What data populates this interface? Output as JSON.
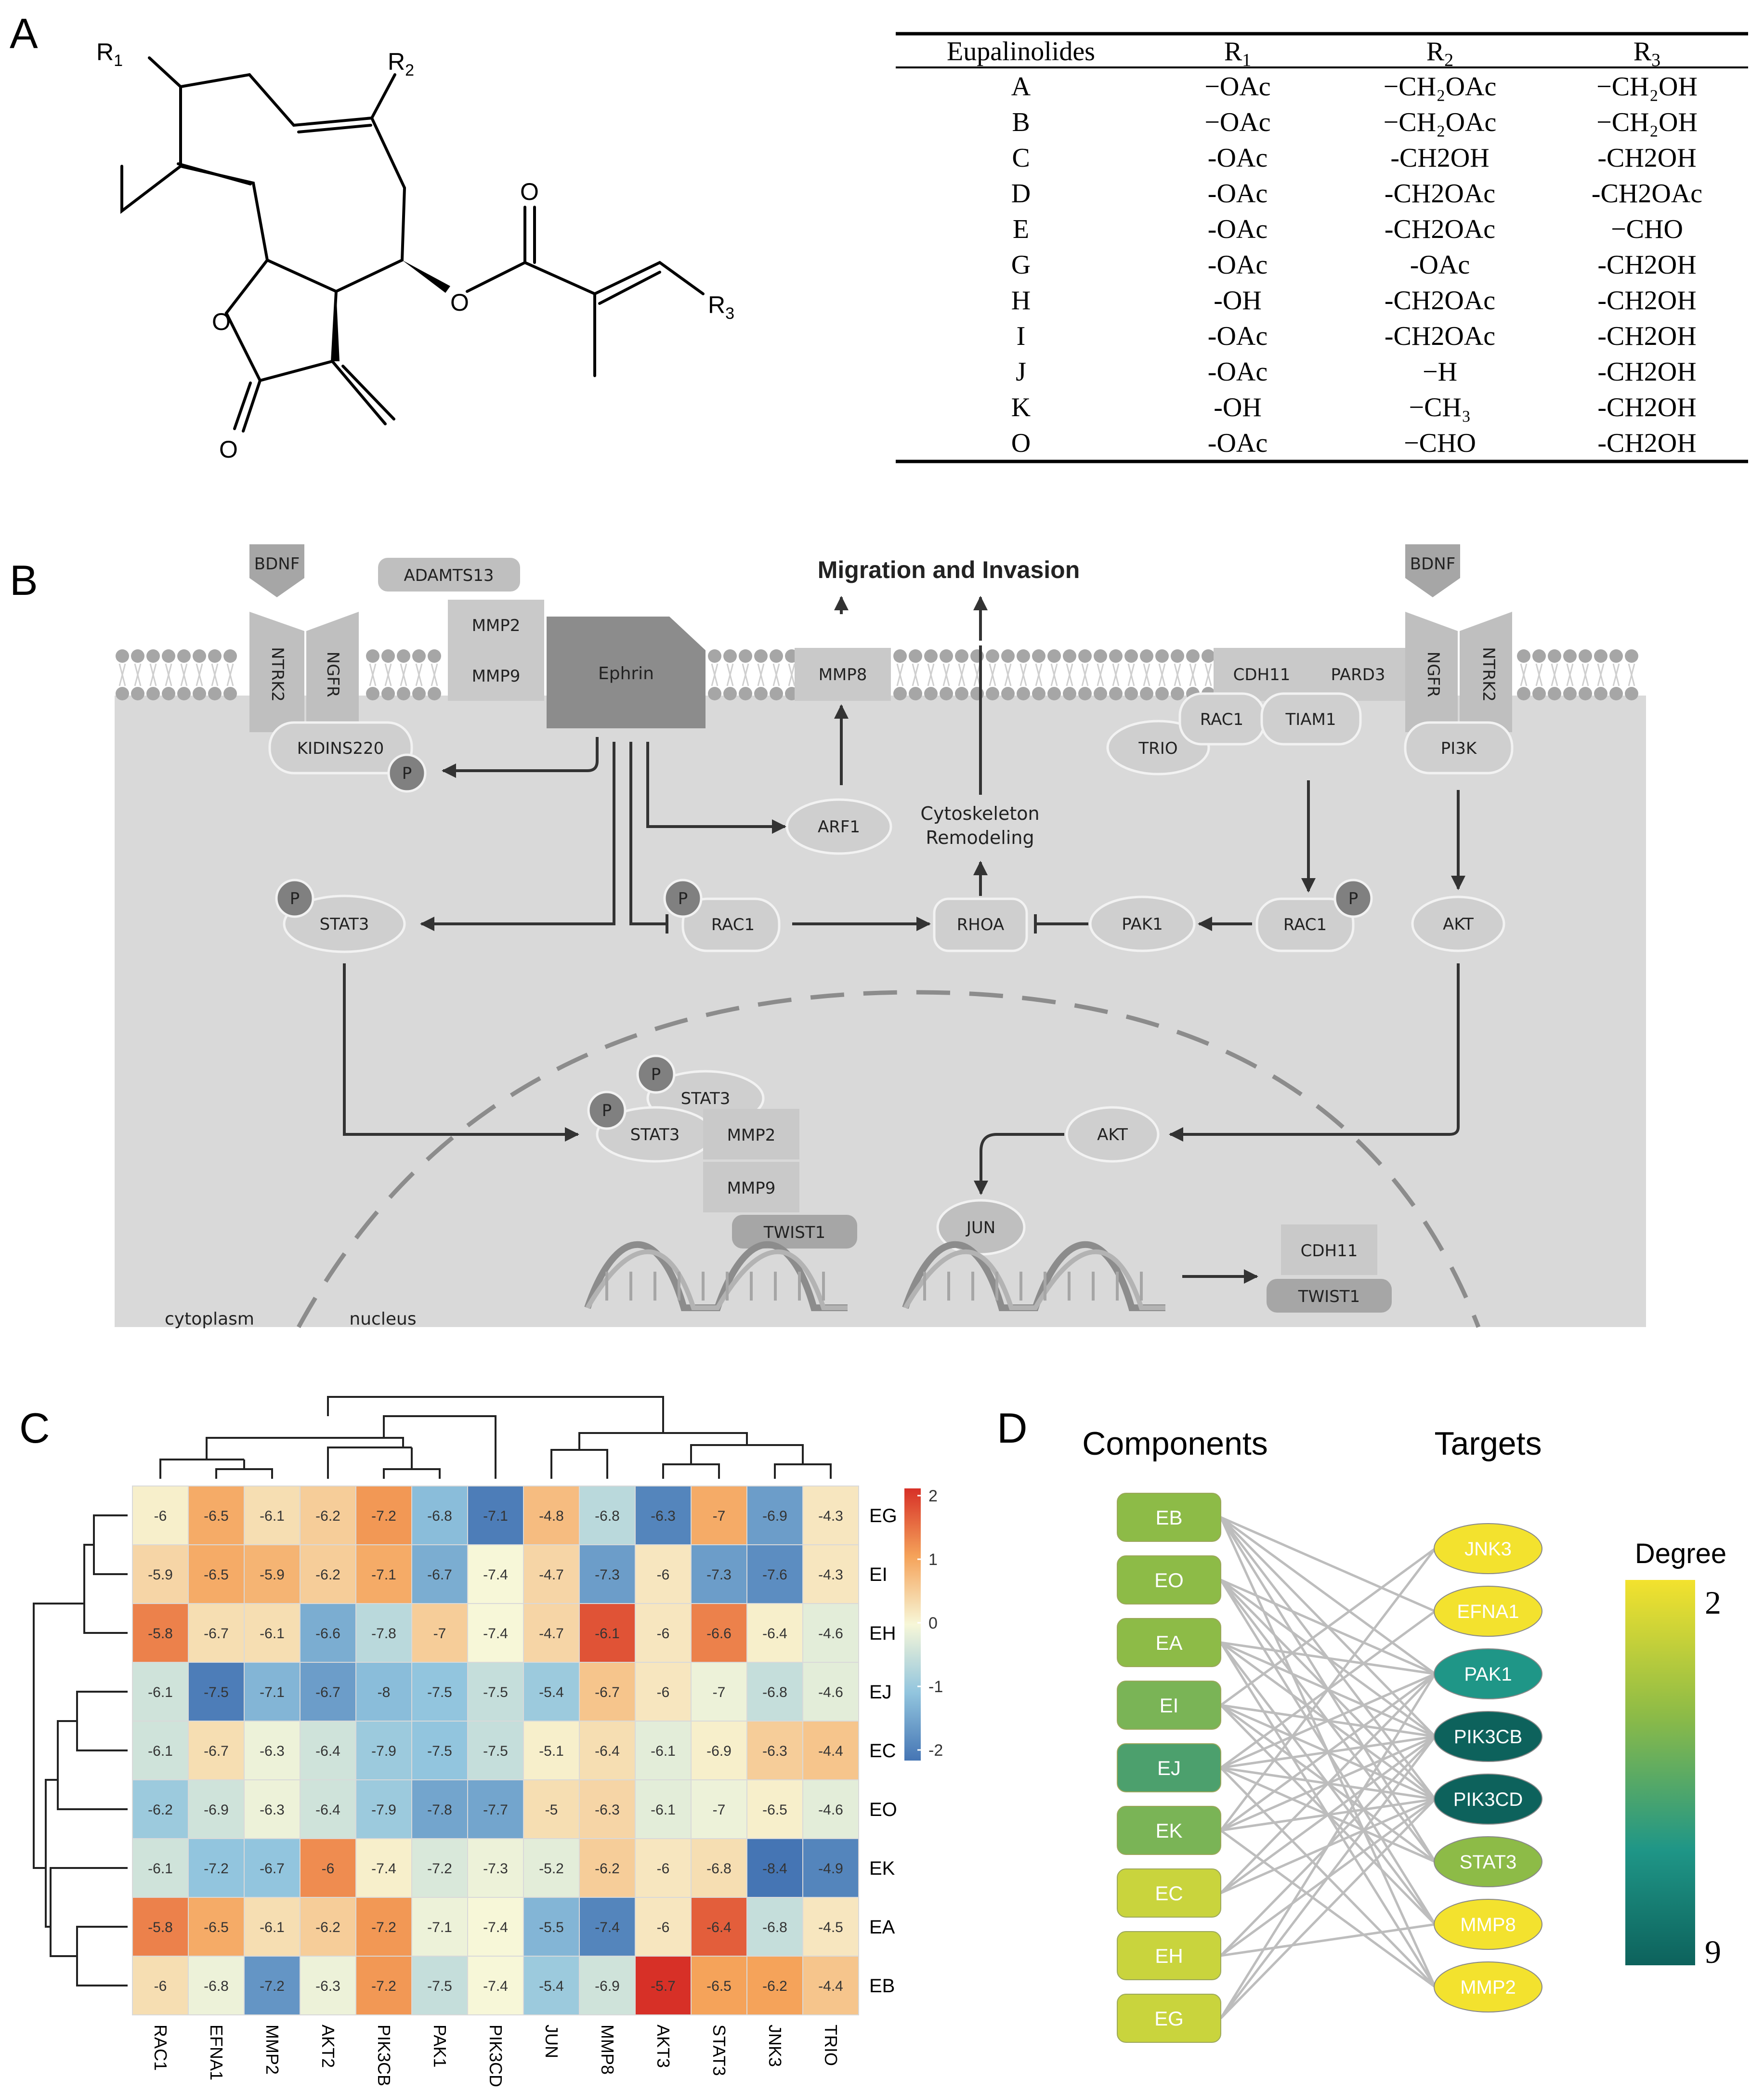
{
  "panels": {
    "a": "A",
    "b": "B",
    "c": "C",
    "d": "D"
  },
  "structure": {
    "r1": "R",
    "r1_sub": "1",
    "r2": "R",
    "r2_sub": "2",
    "r3": "R",
    "r3_sub": "3",
    "o_keto": "O",
    "o_ester": "O",
    "o_ring": "O",
    "o_lactone": "O"
  },
  "subst_table": {
    "headers": [
      {
        "t": "Eupalinolides",
        "sub": ""
      },
      {
        "t": "R",
        "sub": "1"
      },
      {
        "t": "R",
        "sub": "2"
      },
      {
        "t": "R",
        "sub": "3"
      }
    ],
    "rows": [
      [
        "A",
        "−OAc",
        "−CH₂OAc",
        "−CH₂OH"
      ],
      [
        "B",
        "−OAc",
        "−CH₂OAc",
        "−CH₂OH"
      ],
      [
        "C",
        "-OAc",
        "-CH2OH",
        "-CH2OH"
      ],
      [
        "D",
        "-OAc",
        "-CH2OAc",
        "-CH2OAc"
      ],
      [
        "E",
        "-OAc",
        "-CH2OAc",
        "−CHO"
      ],
      [
        "G",
        "-OAc",
        "-OAc",
        "-CH2OH"
      ],
      [
        "H",
        "-OH",
        "-CH2OAc",
        "-CH2OH"
      ],
      [
        "I",
        "-OAc",
        "-CH2OAc",
        "-CH2OH"
      ],
      [
        "J",
        "-OAc",
        "−H",
        "-CH2OH"
      ],
      [
        "K",
        "-OH",
        "−CH₃",
        "-CH2OH"
      ],
      [
        "O",
        "-OAc",
        "−CHO",
        "-CH2OH"
      ]
    ]
  },
  "pathway": {
    "title": "Migration and Invasion",
    "bdnf_left": "BDNF",
    "bdnf_right": "BDNF",
    "ntrk2_left": "NTRK2",
    "ngfr_left": "NGFR",
    "ntrk2_right": "NTRK2",
    "ngfr_right": "NGFR",
    "adamts13": "ADAMTS13",
    "mmp2_mem": "MMP2",
    "mmp9_mem": "MMP9",
    "ephrin": "Ephrin",
    "mmp8_mem": "MMP8",
    "cdh11_mem": "CDH11",
    "pard3": "PARD3",
    "rac1_top": "RAC1",
    "tiam1": "TIAM1",
    "trio": "TRIO",
    "kidins220": "KIDINS220",
    "pi3k": "PI3K",
    "p": "P",
    "arf1": "ARF1",
    "cyto_remodel_1": "Cytoskeleton",
    "cyto_remodel_2": "Remodeling",
    "stat3": "STAT3",
    "rac1_mid": "RAC1",
    "rhoa": "RHOA",
    "pak1": "PAK1",
    "rac1_right": "RAC1",
    "akt_right": "AKT",
    "stat3_dimer_a": "STAT3",
    "stat3_dimer_b": "STAT3",
    "mmp2_nuc": "MMP2",
    "mmp9_nuc": "MMP9",
    "twist1_nuc": "TWIST1",
    "akt_nuc": "AKT",
    "jun": "JUN",
    "cdh11_out": "CDH11",
    "twist1_out": "TWIST1",
    "cytoplasm": "cytoplasm",
    "nucleus": "nucleus"
  },
  "chart_data": {
    "type": "heatmap",
    "columns": [
      "RAC1",
      "EFNA1",
      "MMP2",
      "AKT2",
      "PIK3CB",
      "PAK1",
      "PIK3CD",
      "JUN",
      "MMP8",
      "AKT3",
      "STAT3",
      "JNK3",
      "TRIO"
    ],
    "rows": [
      "EG",
      "EI",
      "EH",
      "EJ",
      "EC",
      "EO",
      "EK",
      "EA",
      "EB"
    ],
    "values": [
      [
        -6,
        -6.5,
        -6.1,
        -6.2,
        -7.2,
        -6.8,
        -7.1,
        -4.8,
        -6.8,
        -6.3,
        -7,
        -6.9,
        -4.3
      ],
      [
        -5.9,
        -6.5,
        -5.9,
        -6.2,
        -7.1,
        -6.7,
        -7.4,
        -4.7,
        -7.3,
        -6,
        -7.3,
        -7.6,
        -4.3
      ],
      [
        -5.8,
        -6.7,
        -6.1,
        -6.6,
        -7.8,
        -7,
        -7.4,
        -4.7,
        -6.1,
        -6,
        -6.6,
        -6.4,
        -4.6
      ],
      [
        -6.1,
        -7.5,
        -7.1,
        -6.7,
        -8,
        -7.5,
        -7.5,
        -5.4,
        -6.7,
        -6,
        -7,
        -6.8,
        -4.6
      ],
      [
        -6.1,
        -6.7,
        -6.3,
        -6.4,
        -7.9,
        -7.5,
        -7.5,
        -5.1,
        -6.4,
        -6.1,
        -6.9,
        -6.3,
        -4.4
      ],
      [
        -6.2,
        -6.9,
        -6.3,
        -6.4,
        -7.9,
        -7.8,
        -7.7,
        -5,
        -6.3,
        -6.1,
        -7,
        -6.5,
        -4.6
      ],
      [
        -6.1,
        -7.2,
        -6.7,
        -6,
        -7.4,
        -7.2,
        -7.3,
        -5.2,
        -6.2,
        -6,
        -6.8,
        -8.4,
        -4.9
      ],
      [
        -5.8,
        -6.5,
        -6.1,
        -6.2,
        -7.2,
        -7.1,
        -7.4,
        -5.5,
        -7.4,
        -6,
        -6.4,
        -6.8,
        -4.5
      ],
      [
        -6,
        -6.8,
        -7.2,
        -6.3,
        -7.2,
        -7.5,
        -7.4,
        -5.4,
        -6.9,
        -5.7,
        -6.5,
        -6.2,
        -4.4
      ]
    ],
    "z_scores": [
      [
        0.1,
        0.9,
        0.3,
        0.5,
        1.1,
        -1.1,
        -1.9,
        0.7,
        -0.6,
        -1.8,
        0.9,
        -1.5,
        0.2
      ],
      [
        0.4,
        0.9,
        0.8,
        0.5,
        0.9,
        -1.3,
        0,
        0.4,
        -1.5,
        0.2,
        -1.5,
        -1.7,
        0.2
      ],
      [
        1.3,
        0.3,
        0.3,
        -1.3,
        -0.6,
        0.5,
        0,
        0.4,
        1.7,
        0.2,
        1.3,
        0.1,
        -0.2
      ],
      [
        -0.4,
        -1.9,
        -1.2,
        -1.5,
        -1.1,
        -1.0,
        -0.5,
        -0.9,
        0.6,
        0.2,
        -0.1,
        -0.5,
        -0.2
      ],
      [
        -0.4,
        0.3,
        -0.1,
        -0.4,
        -0.9,
        -1.0,
        -0.5,
        0.1,
        0.3,
        -0.2,
        0.1,
        0.5,
        0.6
      ],
      [
        -0.9,
        -0.4,
        -0.1,
        -0.4,
        -0.9,
        -1.4,
        -1.4,
        0.3,
        0.4,
        -0.2,
        -0.1,
        0.1,
        -0.2
      ],
      [
        -0.4,
        -1.0,
        -1.0,
        1.2,
        0.1,
        -0.3,
        -0.1,
        -0.2,
        0.5,
        0.2,
        0.3,
        -2.0,
        -1.8
      ],
      [
        1.3,
        0.9,
        0.3,
        0.5,
        1.1,
        -0.1,
        0,
        -1.2,
        -1.8,
        0.2,
        1.6,
        -0.5,
        0.2
      ],
      [
        0.3,
        -0.1,
        -1.6,
        -0.1,
        1.1,
        -0.5,
        0,
        -0.9,
        -0.4,
        2.1,
        1.0,
        1.0,
        0.6
      ]
    ],
    "legend_ticks": [
      "2",
      "1",
      "0",
      "-1",
      "-2"
    ],
    "legend_range": [
      -2,
      2
    ]
  },
  "network": {
    "components_title": "Components",
    "targets_title": "Targets",
    "degree_title": "Degree",
    "degree_max_label": "2",
    "degree_min_label": "9",
    "components": [
      "EB",
      "EO",
      "EA",
      "EI",
      "EJ",
      "EK",
      "EC",
      "EH",
      "EG"
    ],
    "component_colors": [
      "#8DBB47",
      "#8DBB47",
      "#8DBB47",
      "#7AB456",
      "#4CA06D",
      "#7AB456",
      "#C9D43D",
      "#C9D43D",
      "#C9D43D"
    ],
    "targets": [
      "JNK3",
      "EFNA1",
      "PAK1",
      "PIK3CB",
      "PIK3CD",
      "STAT3",
      "MMP8",
      "MMP2"
    ],
    "target_colors": [
      "#F3E22E",
      "#F3E22E",
      "#1F9687",
      "#0D625C",
      "#0D625C",
      "#8DBB47",
      "#F3E22E",
      "#F3E22E"
    ],
    "edges": [
      [
        0,
        1
      ],
      [
        0,
        2
      ],
      [
        0,
        3
      ],
      [
        0,
        4
      ],
      [
        0,
        5
      ],
      [
        0,
        7
      ],
      [
        1,
        2
      ],
      [
        1,
        3
      ],
      [
        1,
        4
      ],
      [
        1,
        5
      ],
      [
        1,
        6
      ],
      [
        2,
        2
      ],
      [
        2,
        3
      ],
      [
        2,
        4
      ],
      [
        2,
        6
      ],
      [
        2,
        7
      ],
      [
        3,
        0
      ],
      [
        3,
        3
      ],
      [
        3,
        4
      ],
      [
        3,
        5
      ],
      [
        3,
        6
      ],
      [
        4,
        1
      ],
      [
        4,
        2
      ],
      [
        4,
        3
      ],
      [
        4,
        4
      ],
      [
        4,
        5
      ],
      [
        4,
        7
      ],
      [
        5,
        0
      ],
      [
        5,
        2
      ],
      [
        5,
        3
      ],
      [
        5,
        4
      ],
      [
        5,
        7
      ],
      [
        6,
        2
      ],
      [
        6,
        3
      ],
      [
        6,
        4
      ],
      [
        7,
        3
      ],
      [
        7,
        4
      ],
      [
        7,
        6
      ],
      [
        8,
        2
      ],
      [
        8,
        3
      ],
      [
        8,
        4
      ]
    ],
    "degree_colors": [
      "#F3E22E",
      "#8DBB47",
      "#1F9687",
      "#0D625C"
    ]
  }
}
